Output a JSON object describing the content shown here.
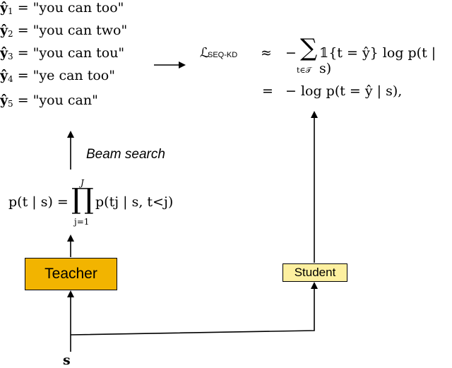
{
  "hypotheses": [
    {
      "symbol": "ŷ",
      "index": "1",
      "text": " = \"you can too\""
    },
    {
      "symbol": "ŷ",
      "index": "2",
      "text": " = \"you can two\""
    },
    {
      "symbol": "ŷ",
      "index": "3",
      "text": " = \"you can tou\""
    },
    {
      "symbol": "ŷ",
      "index": "4",
      "text": " = \"ye can too\""
    },
    {
      "symbol": "ŷ",
      "index": "5",
      "text": " = \"you can\""
    }
  ],
  "beam_search_label": "Beam search",
  "teacher_label": "Teacher",
  "student_label": "Student",
  "source_label": "s",
  "teacher_distribution": {
    "lhs": "p(t | s) =",
    "product_symbol": "∏",
    "product_upper": "J",
    "product_lower": "j=1",
    "rhs": "p(tj | s, t<j)"
  },
  "loss": {
    "symbol": "ℒ",
    "subscript": "SEQ-KD",
    "approx": "≈",
    "equals": "=",
    "line1_prefix": "−",
    "sum_symbol": "∑",
    "sum_lower": "t∈𝒯",
    "line1_rest": "𝟙{t = ŷ} log p(t | s)",
    "line2": "− log p(t = ŷ | s),"
  }
}
